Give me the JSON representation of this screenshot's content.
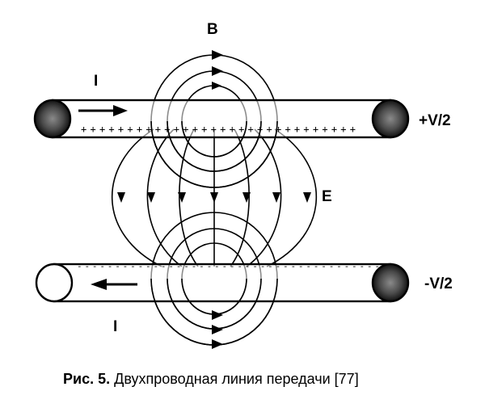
{
  "labels": {
    "magnetic_field": "B",
    "electric_field": "E",
    "current_top": "I",
    "current_bottom": "I",
    "voltage_top": "+V/2",
    "voltage_bottom": "-V/2",
    "charge_top": "+ + + + + + + + + + + + + + + + + + + + + + + + + + + + + +",
    "charge_bottom": "- - - - - - - - - - - - - - - - - - - - - - - - - - - - - - - - - - - - - - - -"
  },
  "caption": {
    "figure": "Рис. 5.",
    "text": "Двухпроводная линия передачи [77]"
  },
  "colors": {
    "ink": "#000000",
    "background": "#ffffff"
  }
}
